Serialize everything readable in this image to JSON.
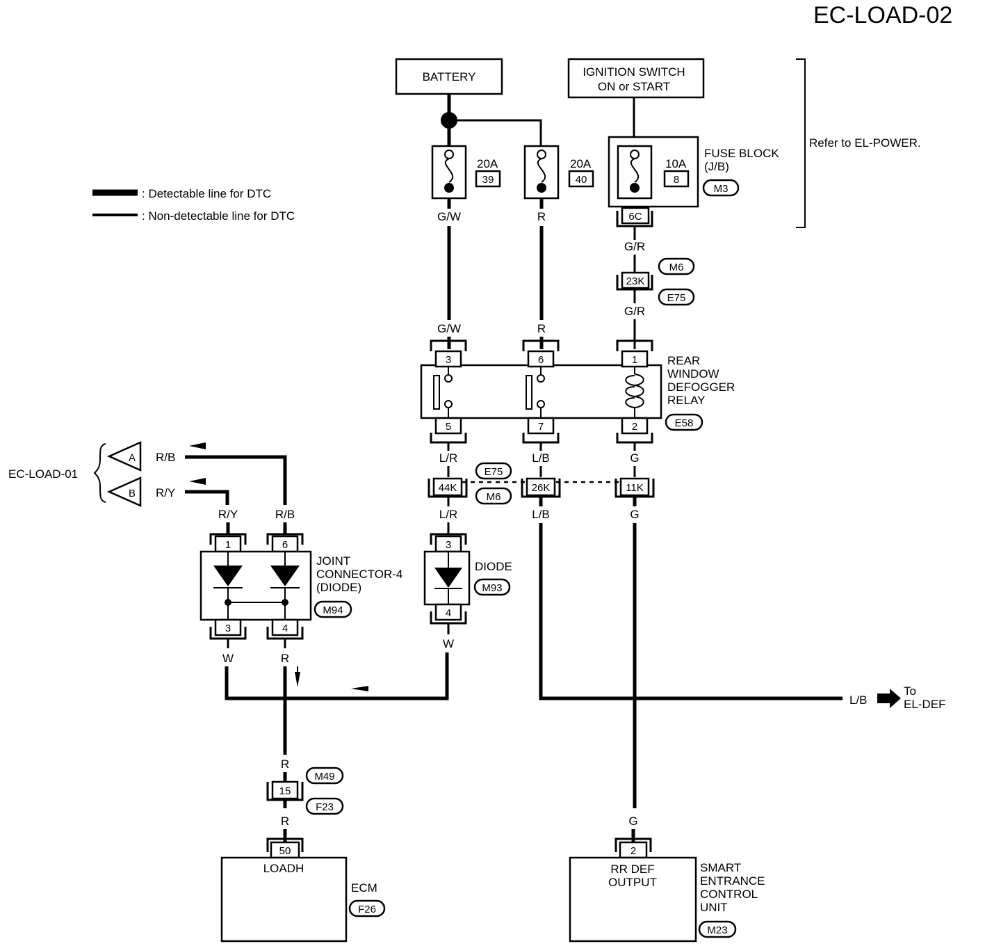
{
  "title": "EC-LOAD-02",
  "legend": {
    "detectable": ": Detectable line for DTC",
    "non_detectable": ": Non-detectable line for DTC"
  },
  "refer_note": "Refer to EL-POWER.",
  "battery": "BATTERY",
  "ignition": {
    "line1": "IGNITION SWITCH",
    "line2": "ON or START"
  },
  "fuses": [
    {
      "amp": "20A",
      "num": "39"
    },
    {
      "amp": "20A",
      "num": "40"
    },
    {
      "amp": "10A",
      "num": "8"
    }
  ],
  "fuse_block": {
    "line1": "FUSE BLOCK",
    "line2": "(J/B)",
    "conn": "M3",
    "pin": "6C"
  },
  "relay": {
    "line1": "REAR",
    "line2": "WINDOW",
    "line3": "DEFOGGER",
    "line4": "RELAY",
    "conn": "E58",
    "pins_top": [
      "3",
      "6",
      "1"
    ],
    "pins_bottom": [
      "5",
      "7",
      "2"
    ]
  },
  "inline_23k": {
    "pin": "23K",
    "conn_top": "M6",
    "conn_bottom": "E75"
  },
  "inline_row": {
    "pins": [
      "44K",
      "26K",
      "11K"
    ],
    "conn_top": "E75",
    "conn_bottom": "M6"
  },
  "diode": {
    "label": "DIODE",
    "conn": "M93",
    "pin_top": "3",
    "pin_bottom": "4"
  },
  "joint": {
    "line1": "JOINT",
    "line2": "CONNECTOR-4",
    "line3": "(DIODE)",
    "conn": "M94",
    "pins_top": [
      "1",
      "6"
    ],
    "pins_bottom": [
      "3",
      "4"
    ]
  },
  "inline_15": {
    "pin": "15",
    "conn_top": "M49",
    "conn_bottom": "F23"
  },
  "ecm": {
    "pin": "50",
    "terminal": "LOADH",
    "name": "ECM",
    "conn": "F26"
  },
  "smart": {
    "pin": "2",
    "terminal1": "RR DEF",
    "terminal2": "OUTPUT",
    "line1": "SMART",
    "line2": "ENTRANCE",
    "line3": "CONTROL",
    "line4": "UNIT",
    "conn": "M23"
  },
  "offpage": {
    "page": "EC-LOAD-01",
    "a": "A",
    "b": "B",
    "a_color": "R/B",
    "b_color": "R/Y"
  },
  "to_def": {
    "color": "L/B",
    "line1": "To",
    "line2": "EL-DEF"
  },
  "wire_colors": {
    "gw": "G/W",
    "r": "R",
    "gr": "G/R",
    "lr": "L/R",
    "lb": "L/B",
    "g": "G",
    "w": "W",
    "ry": "R/Y",
    "rb": "R/B"
  }
}
